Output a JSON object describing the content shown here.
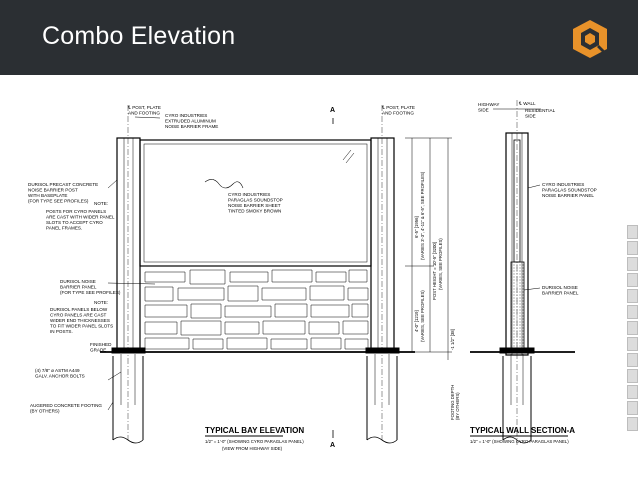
{
  "header": {
    "title": "Combo Elevation",
    "logo_icon": "hexagon-logo-icon",
    "accent_color": "#e8922a",
    "background_color": "#2b2f33"
  },
  "drawing": {
    "bay": {
      "cl_left": "℄ POST, PLATE\nAND FOOTING",
      "cl_right": "℄ POST, PLATE\nAND FOOTING",
      "section_mark_top": "A",
      "section_mark_bottom": "A",
      "note_frame": "CYRO INDUSTRIES\nEXTRUDED ALUMINUM\nNOISE BARRIER FRAME",
      "note_post": "DURISOL PRECAST CONCRETE\nNOISE BARRIER POST\nWITH BASEPLATE\n(FOR TYPE SEE PROFILES)",
      "note_label": "NOTE:",
      "note_posts_text": "POSTS FOR CYRO PANELS\nARE CAST WITH WIDER PANEL\nSLOTS TO ACCEPT CYRO\nPANEL FRAMES.",
      "note_sheet": "CYRO INDUSTRIES\nPARAGLAS SOUNDSTOP\nNOISE BARRIER SHEET\nTINTED SMOKY BROWN",
      "note_durisol": "DURISOL NOISE\nBARRIER PANEL\n(FOR TYPE SEE PROFILES)",
      "note_label_2": "NOTE:",
      "note_durisol_text": "DURISOL PANELS BELOW\nCYRO PANELS ARE CAST\nWIDER END THICKNESSES\nTO FIT WIDER PANEL SLOTS\nIN POSTS.",
      "note_grade": "FINISHED\nGRADE",
      "note_bolts": "(4) 7/8\" ø ASTM A449\nGALV. ANCHOR BOLTS",
      "note_footing": "AUGERED CONCRETE FOOTING\n(BY OTHERS)",
      "dim_upper": "6'-5\" [1956]",
      "dim_upper_b": "(VARIES 3'-3\", 4'-11\" & 6'-5\", SEE PROFILES)",
      "dim_lower": "4'-0\" [1219]",
      "dim_lower_b": "(VARIES, SEE PROFILES)",
      "dim_post": "POST HEIGHT = 10'-5\" [3200]",
      "dim_post_b": "(VARIES, SEE PROFILES)",
      "dim_base": "-1 1/2\" [38]",
      "dim_depth": "FOOTING DEPTH\n(BY OTHERS)",
      "title": "TYPICAL BAY ELEVATION",
      "scale": "1/2\" = 1'-0\"  (SHOWING CYRO PARAGLAS PANEL)",
      "view": "(VIEW FROM HIGHWAY SIDE)"
    },
    "section": {
      "cl_wall": "℄ WALL",
      "highway": "HIGHWAY\nSIDE",
      "residential": "RESIDENTIAL\nSIDE",
      "note_cyro": "CYRO INDUSTRIES\nPARAGLAS SOUNDSTOP\nNOISE BARRIER PANEL",
      "note_durisol": "DURISOL NOISE\nBARRIER PANEL",
      "title": "TYPICAL WALL SECTION-A",
      "scale": "1/2\" = 1'-0\"  (SHOWING CYRO PARAGLAS PANEL)"
    }
  }
}
